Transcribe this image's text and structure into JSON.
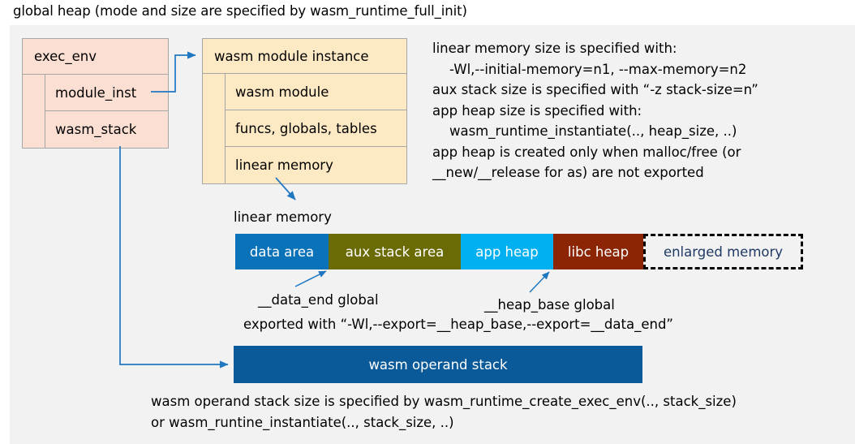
{
  "title": "global heap (mode and size are specified by wasm_runtime_full_init)",
  "exec_env": {
    "header": "exec_env",
    "rows": [
      "module_inst",
      "wasm_stack"
    ],
    "color": "#fbdfd2"
  },
  "module_instance": {
    "header": "wasm module instance",
    "rows": [
      "wasm module",
      "funcs, globals, tables",
      "linear memory"
    ],
    "color": "#fdeac4"
  },
  "spec_notes": "linear memory size is specified with:\n    -Wl,--initial-memory=n1, --max-memory=n2\naux stack size is specified with “-z stack-size=n”\napp heap size is specified with:\n    wasm_runtime_instantiate(.., heap_size, ..)\napp heap is created only when malloc/free (or\n__new/__release for as) are not exported",
  "linear_memory": {
    "label": "linear memory",
    "segments": [
      {
        "label": "data area",
        "color": "#0a72b8",
        "width": 115,
        "text_color": "#ffffff"
      },
      {
        "label": "aux stack area",
        "color": "#6b6b06",
        "width": 163,
        "text_color": "#ffffff"
      },
      {
        "label": "app heap",
        "color": "#00b0f0",
        "width": 114,
        "text_color": "#ffffff"
      },
      {
        "label": "libc heap",
        "color": "#8c2503",
        "width": 111,
        "text_color": "#ffffff"
      },
      {
        "label": "enlarged memory",
        "color": "#f2f2f2",
        "width": 197,
        "text_color": "#1f3864"
      }
    ]
  },
  "annotations": {
    "data_end": "__data_end global",
    "heap_base": "__heap_base global",
    "export_line": "exported with “-Wl,--export=__heap_base,--export=__data_end”"
  },
  "operand_stack": {
    "label": "wasm operand stack",
    "color": "#0a5a99"
  },
  "bottom_notes": "wasm operand stack size is specified by wasm_runtime_create_exec_env(.., stack_size)\nor wasm_runtine_instantiate(.., stack_size, ..)",
  "colors": {
    "panel_bg": "#f2f2f2",
    "arrow": "#1f78c1",
    "border": "#a6a6a6"
  }
}
